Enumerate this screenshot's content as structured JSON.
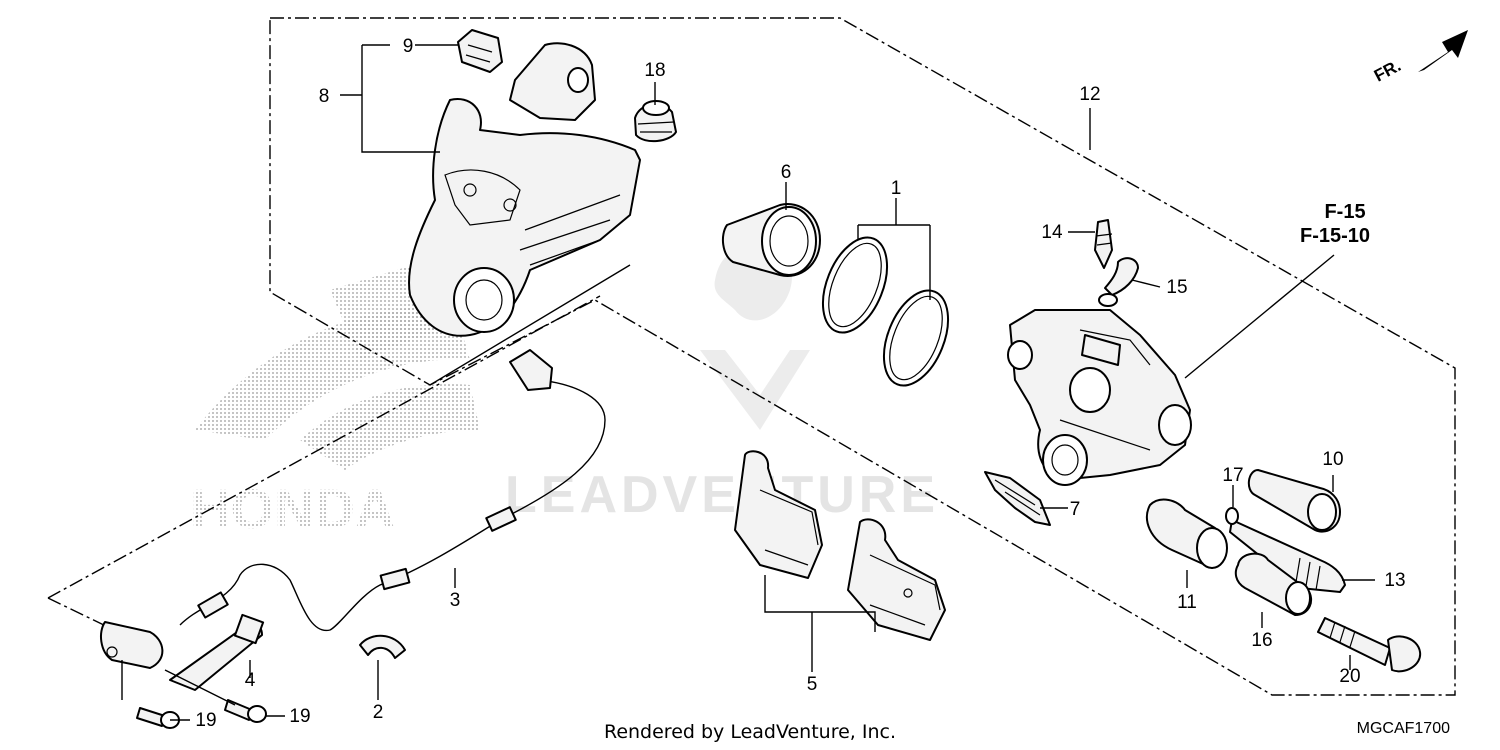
{
  "diagram": {
    "callouts": {
      "c1": "1",
      "c2": "2",
      "c3": "3",
      "c4": "4",
      "c5": "5",
      "c6": "6",
      "c7": "7",
      "c8": "8",
      "c9": "9",
      "c10": "10",
      "c11": "11",
      "c12": "12",
      "c13": "13",
      "c14": "14",
      "c15": "15",
      "c16": "16",
      "c17": "17",
      "c18": "18",
      "c19a": "19",
      "c19b": "19",
      "c20": "20"
    },
    "references": [
      "F-15",
      "F-15-10"
    ],
    "front_arrow_label": "FR.",
    "footer_text": "Rendered by LeadVenture, Inc.",
    "diagram_code": "MGCAF1700",
    "watermark_text": "LEADVENTURE",
    "background_logo_text": "HONDA"
  }
}
